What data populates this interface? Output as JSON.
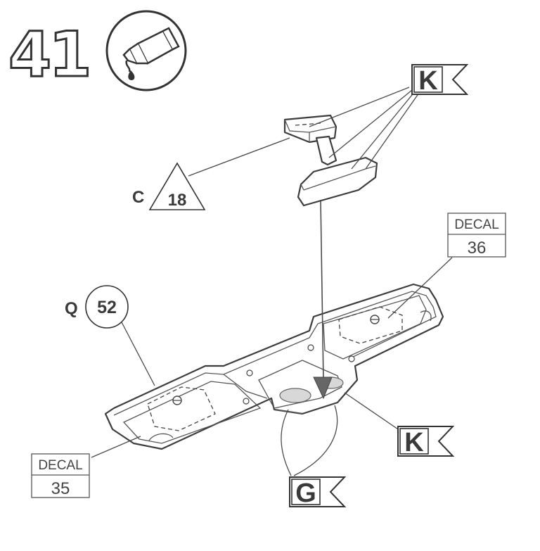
{
  "step": {
    "number": "41",
    "icon": "glue-tube-icon"
  },
  "callouts": {
    "triangle_part": {
      "letter": "C",
      "number": "18"
    },
    "circle_part": {
      "letter": "Q",
      "number": "52"
    }
  },
  "decals": [
    {
      "title": "DECAL",
      "number": "36"
    },
    {
      "title": "DECAL",
      "number": "35"
    }
  ],
  "flags": [
    {
      "letter": "K"
    },
    {
      "letter": "K"
    },
    {
      "letter": "G"
    }
  ]
}
